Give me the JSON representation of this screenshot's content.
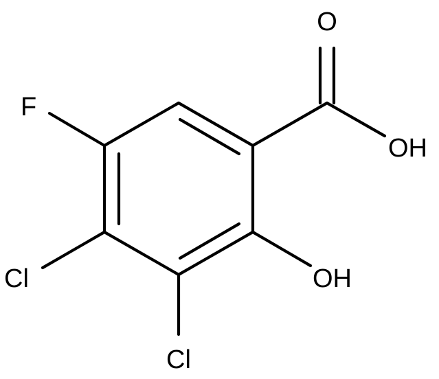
{
  "molecule": {
    "atom_labels": {
      "fluorine": "F",
      "carbonyl_oxygen": "O",
      "carboxylic_hydroxyl": "OH",
      "phenol_hydroxyl": "OH",
      "chlorine_4": "Cl",
      "chlorine_3": "Cl"
    },
    "colors": {
      "bond": "#000000",
      "label": "#000000",
      "background": "#ffffff"
    }
  }
}
